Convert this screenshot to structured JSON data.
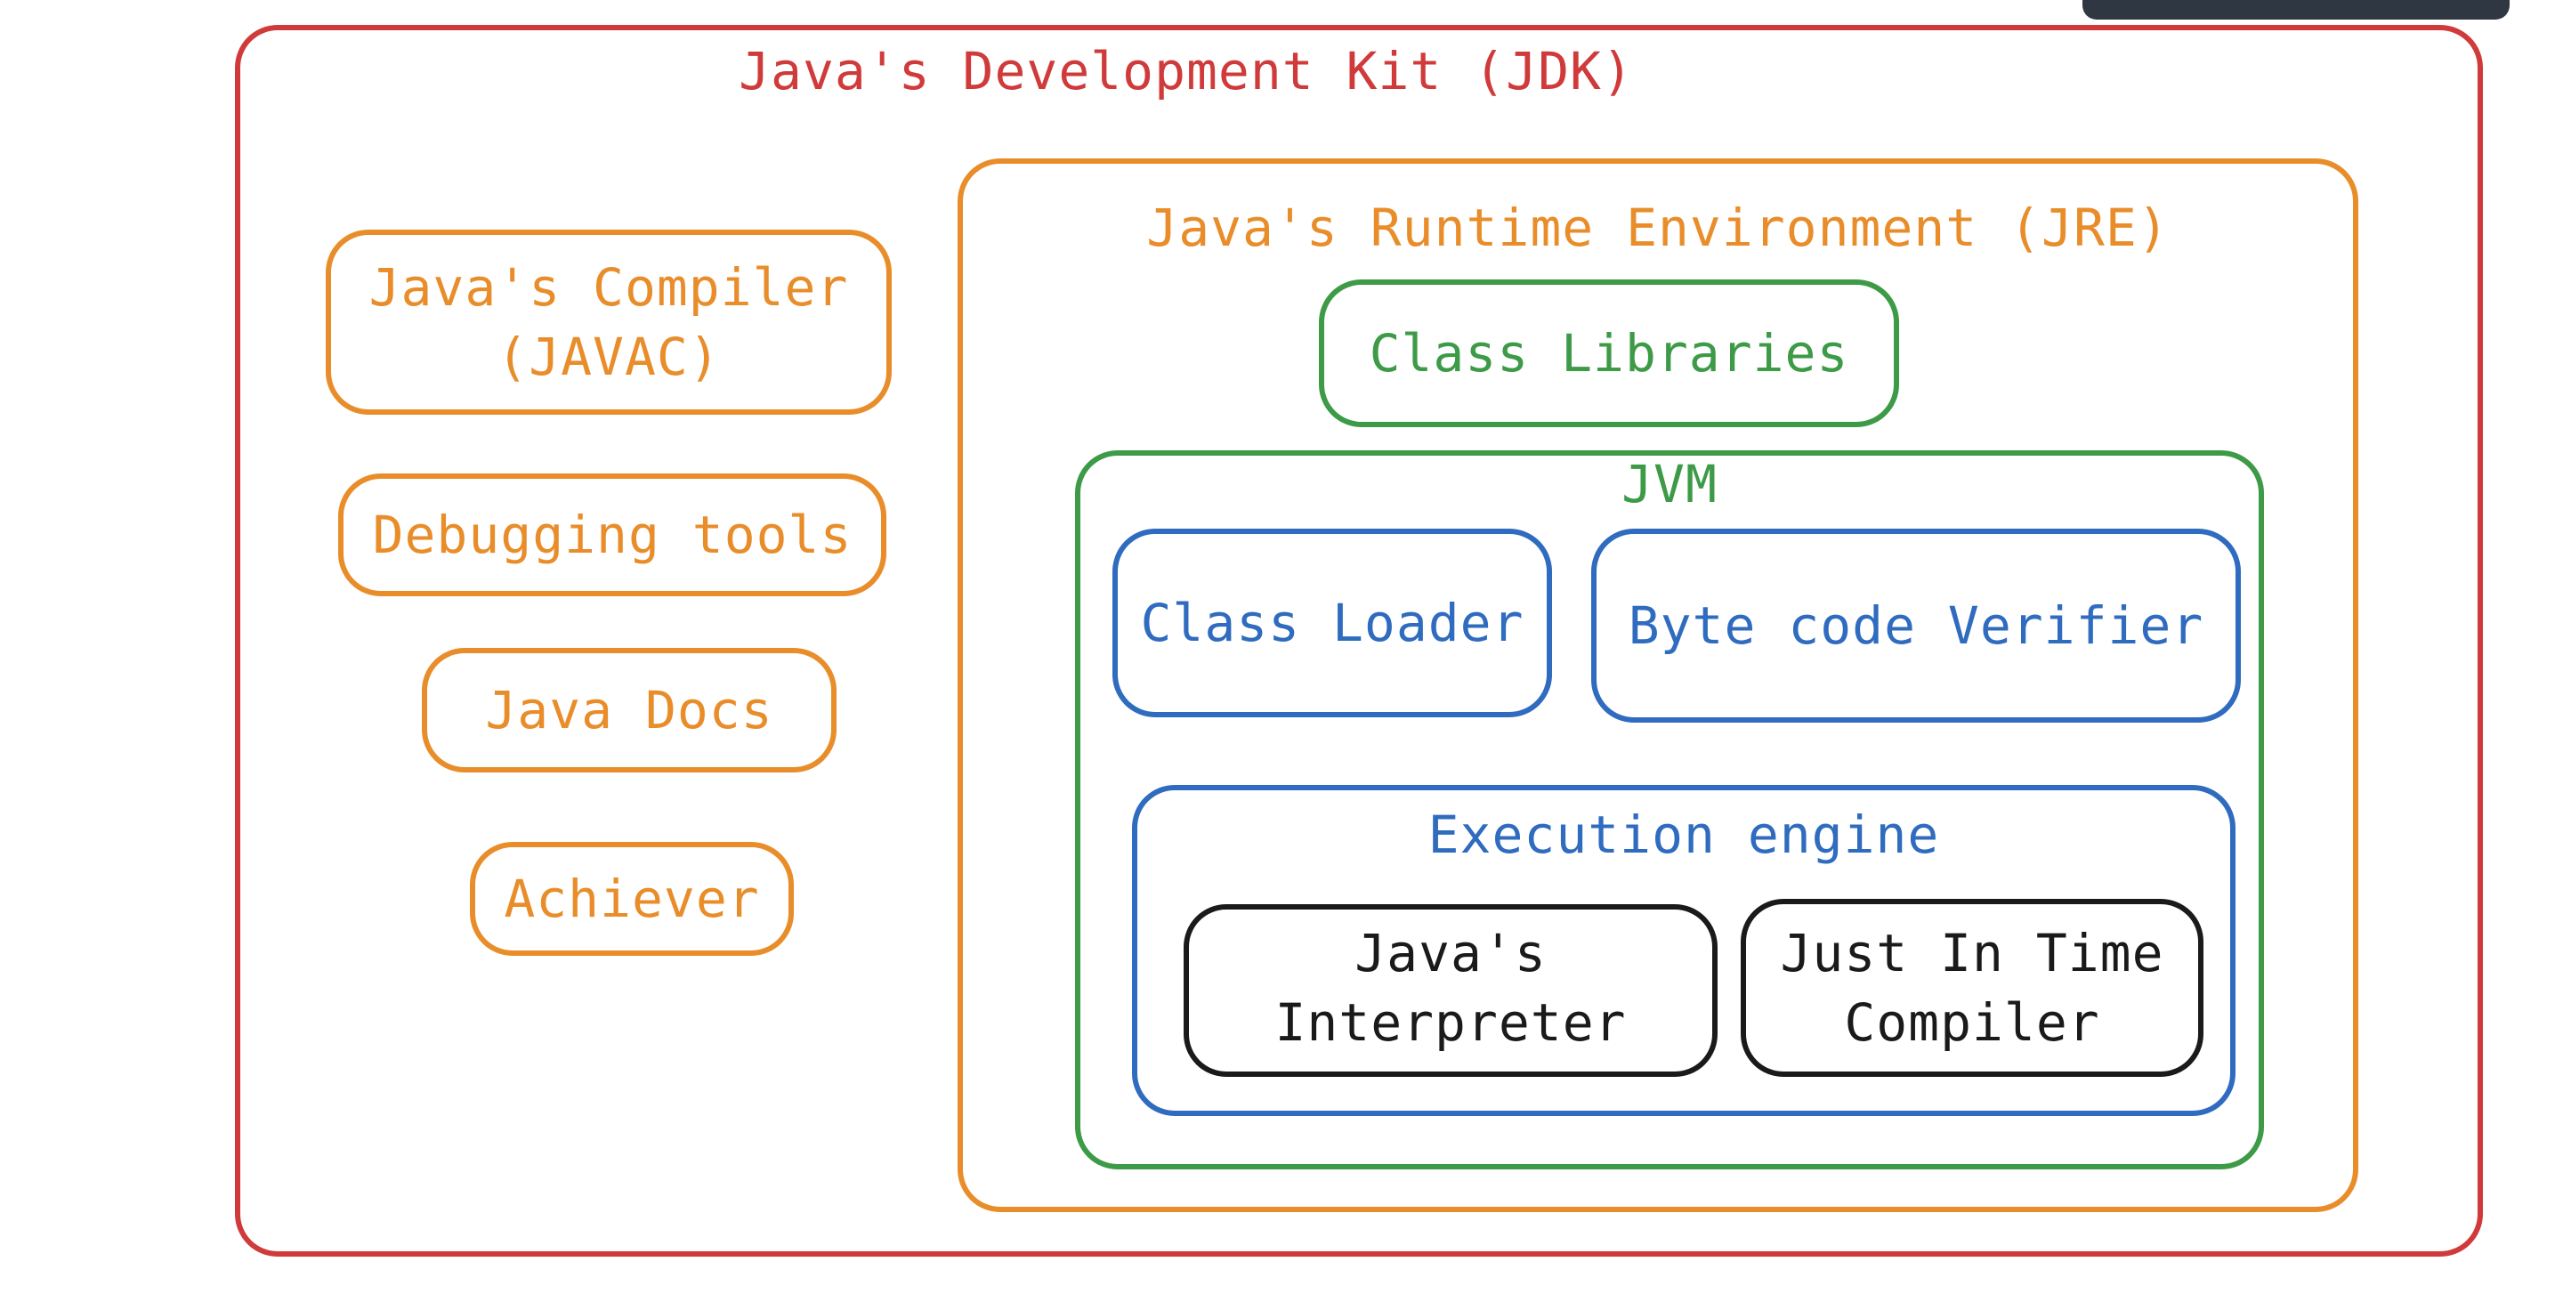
{
  "jdk": {
    "title": "Java's Development Kit (JDK)",
    "tools": {
      "compiler": [
        "Java's Compiler",
        "(JAVAC)"
      ],
      "debugging": "Debugging tools",
      "docs": "Java Docs",
      "achiever": "Achiever"
    },
    "jre": {
      "title": "Java's Runtime Environment (JRE)",
      "class_libraries": "Class Libraries",
      "jvm": {
        "title": "JVM",
        "class_loader": "Class Loader",
        "bytecode_verifier": "Byte code Verifier",
        "execution_engine": {
          "title": "Execution engine",
          "interpreter": [
            "Java's",
            "Interpreter"
          ],
          "jit": [
            "Just In Time",
            "Compiler"
          ]
        }
      }
    }
  },
  "colors": {
    "jdk": "#d03a3a",
    "jdk_tools": "#e88d2a",
    "jre": "#e88d2a",
    "jvm": "#3d9a47",
    "jvm_components": "#2f6bbf",
    "execution_units": "#1a1a1a"
  }
}
